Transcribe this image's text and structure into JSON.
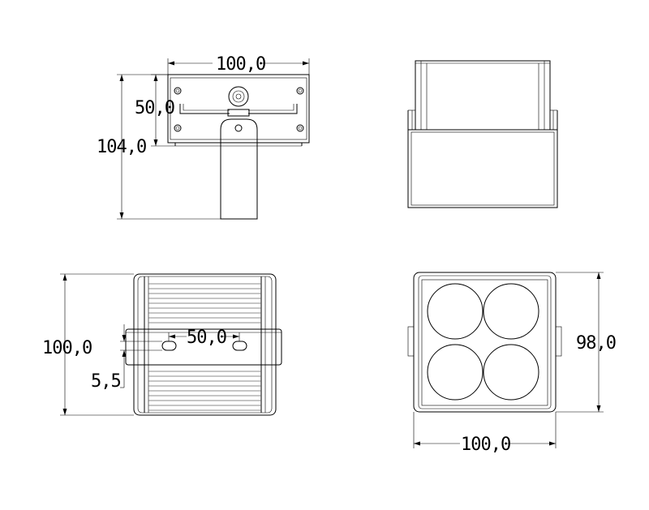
{
  "dimensions": {
    "top_view_width": "100,0",
    "top_view_height_inner": "50,0",
    "top_view_height_total": "104,0",
    "bottom_view_height": "100,0",
    "slot_spacing": "50,0",
    "slot_width": "5,5",
    "front_view_height": "98,0",
    "front_view_width": "100,0"
  }
}
